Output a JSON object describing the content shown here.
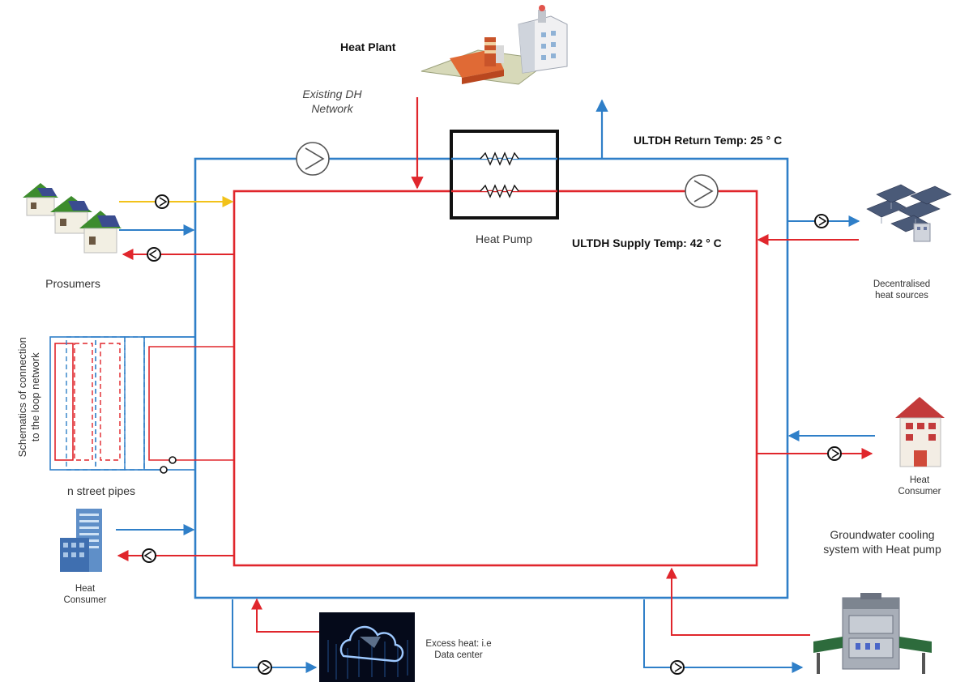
{
  "labels": {
    "heat_plant": "Heat Plant",
    "existing_dh": "Existing DH\nNetwork",
    "return_temp": "ULTDH Return Temp: 25 ° C",
    "supply_temp": "ULTDH Supply Temp: 42 ° C",
    "heat_pump": "Heat Pump",
    "prosumers": "Prosumers",
    "decentralised": "Decentralised\nheat sources",
    "schematics": "Schematics of connection\nto the loop network",
    "n_street_pipes": "n street pipes",
    "heat_consumer_right": "Heat\nConsumer",
    "heat_consumer_left": "Heat\nConsumer",
    "groundwater": "Groundwater cooling\nsystem with Heat pump",
    "excess_heat": "Excess heat: i.e\nData center"
  },
  "colors": {
    "supply": "#e0262c",
    "return": "#2f7fc8",
    "feed": "#f2c21a",
    "box": "#111111"
  }
}
